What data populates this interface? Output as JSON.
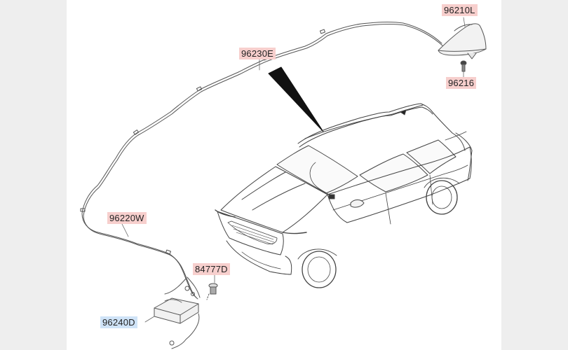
{
  "diagram": {
    "colors": {
      "background": "#eeeeee",
      "canvas": "#ffffff",
      "line": "#555555",
      "part_label_bg": "#f7cfcd",
      "highlight_label_bg": "#cfe3f7"
    },
    "parts": [
      {
        "id": "shark-fin-antenna",
        "code": "96210L",
        "highlight": false
      },
      {
        "id": "antenna-screw",
        "code": "96216",
        "highlight": false
      },
      {
        "id": "roof-feeder-cable",
        "code": "96230E",
        "highlight": false
      },
      {
        "id": "main-feeder-cable",
        "code": "96220W",
        "highlight": false
      },
      {
        "id": "bolt",
        "code": "84777D",
        "highlight": false
      },
      {
        "id": "amplifier-module",
        "code": "96240D",
        "highlight": true
      }
    ]
  }
}
